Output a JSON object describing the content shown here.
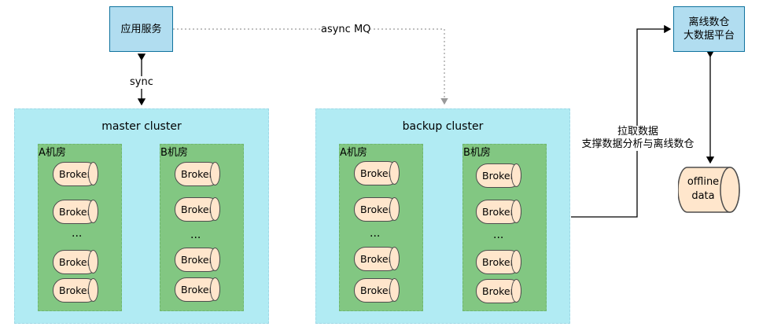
{
  "app_service": "应用服务",
  "offline_platform": [
    "离线数仓",
    "大数据平台"
  ],
  "offline_data": [
    "offline",
    "data"
  ],
  "edges": {
    "sync": "sync",
    "async": "async MQ",
    "pull": [
      "拉取数据",
      "支撑数据分析与离线数仓"
    ]
  },
  "clusters": [
    {
      "title": "master cluster",
      "rooms": [
        {
          "label": "A机房",
          "brokers": [
            "Broker",
            "Broker",
            "Broker",
            "Broker"
          ],
          "ellipsis": "..."
        },
        {
          "label": "B机房",
          "brokers": [
            "Broker",
            "Broker",
            "Broker",
            "Broker"
          ],
          "ellipsis": "..."
        }
      ]
    },
    {
      "title": "backup cluster",
      "rooms": [
        {
          "label": "A机房",
          "brokers": [
            "Broker",
            "Broker",
            "Broker",
            "Broker"
          ],
          "ellipsis": "..."
        },
        {
          "label": "B机房",
          "brokers": [
            "Broker",
            "Broker",
            "Broker",
            "Broker"
          ],
          "ellipsis": "..."
        }
      ]
    }
  ],
  "colors": {
    "service_fill": "#b1ddf0",
    "cluster_fill": "#b1ebf3",
    "room_fill": "#82c782",
    "broker_fill": "#ffe6cc"
  }
}
